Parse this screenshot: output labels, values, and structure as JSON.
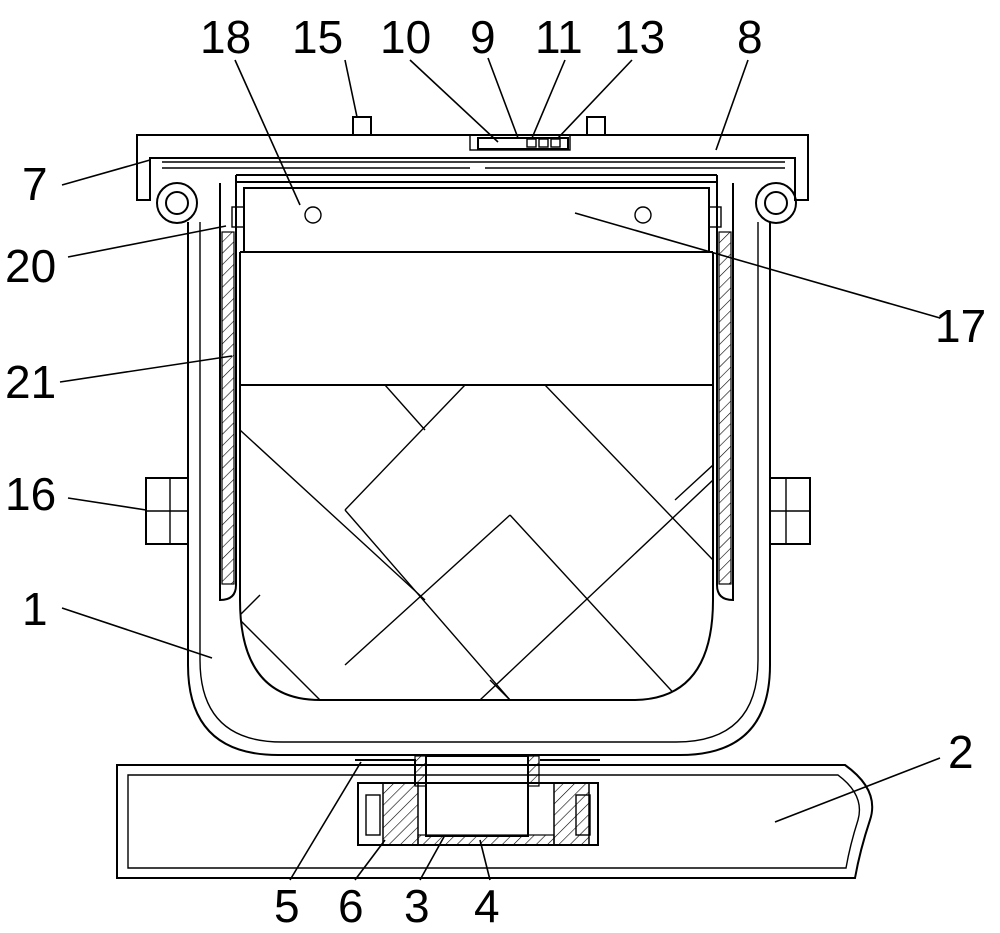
{
  "figure": {
    "labels": {
      "l1": "1",
      "l2": "2",
      "l3": "3",
      "l4": "4",
      "l5": "5",
      "l6": "6",
      "l7": "7",
      "l8": "8",
      "l9": "9",
      "l10": "10",
      "l11": "11",
      "l13": "13",
      "l15": "15",
      "l16": "16",
      "l17": "17",
      "l18": "18",
      "l20": "20",
      "l21": "21"
    }
  }
}
